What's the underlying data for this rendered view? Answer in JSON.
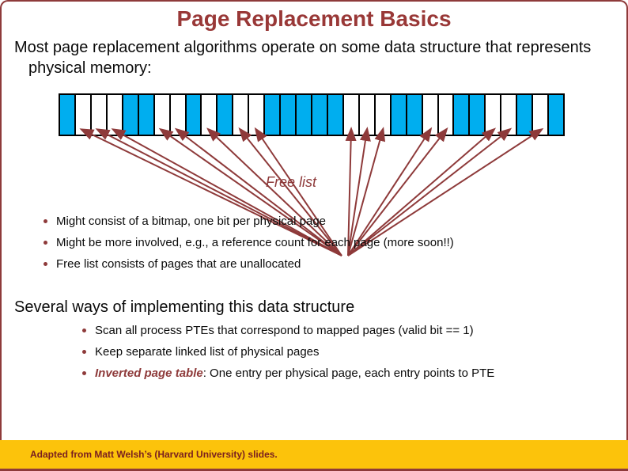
{
  "colors": {
    "maroon": "#8E3A3A",
    "title_red": "#993837",
    "cyan": "#00AEEF",
    "yellow": "#FCC30B",
    "footer_text": "#7A2020",
    "black": "#0A0A0A"
  },
  "title": {
    "text": "Page Replacement Basics"
  },
  "intro": {
    "text": "Most page replacement algorithms operate on some data structure that represents physical memory:"
  },
  "diagram": {
    "free_list_label": "Free list",
    "cells": [
      "used",
      "free",
      "free",
      "free",
      "used",
      "used",
      "free",
      "free",
      "used",
      "free",
      "used",
      "free",
      "free",
      "used",
      "used",
      "used",
      "used",
      "used",
      "free",
      "free",
      "free",
      "used",
      "used",
      "free",
      "free",
      "used",
      "used",
      "free",
      "free",
      "used",
      "free",
      "used"
    ]
  },
  "bullets_1": [
    "Might consist of a bitmap, one bit per physical page",
    "Might be more involved, e.g., a reference count for each page (more soon!!)",
    "Free list consists of pages that are unallocated"
  ],
  "section": {
    "heading": "Several ways of implementing this data structure"
  },
  "bullets_2": [
    {
      "lead": "",
      "rest": "Scan all process PTEs that correspond to mapped pages (valid bit == 1)"
    },
    {
      "lead": "",
      "rest": "Keep separate linked list of physical pages"
    },
    {
      "lead": "Inverted page table",
      "rest": ": One entry per physical page, each entry points to PTE"
    }
  ],
  "footer": {
    "text": "Adapted from Matt Welsh’s (Harvard University) slides."
  }
}
